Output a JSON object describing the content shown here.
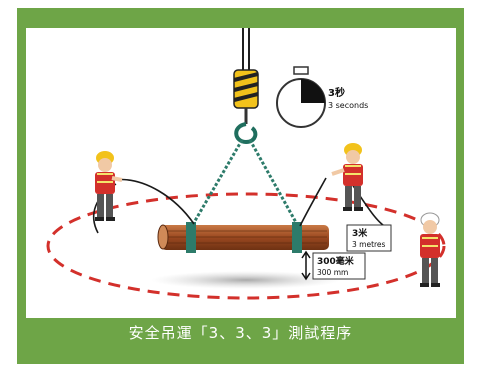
{
  "caption": "安全吊運「3、3、3」測試程序",
  "timer": {
    "cn": "3秒",
    "en": "3 seconds"
  },
  "distance_label": {
    "cn": "3米",
    "en": "3 metres"
  },
  "height_label": {
    "cn": "300毫米",
    "en": "300 mm"
  },
  "colors": {
    "frame": "#6ea547",
    "danger": "#d3302b",
    "pipe": "#a9552a",
    "hook": "#f2c21b",
    "chain": "#2d7b6a"
  }
}
